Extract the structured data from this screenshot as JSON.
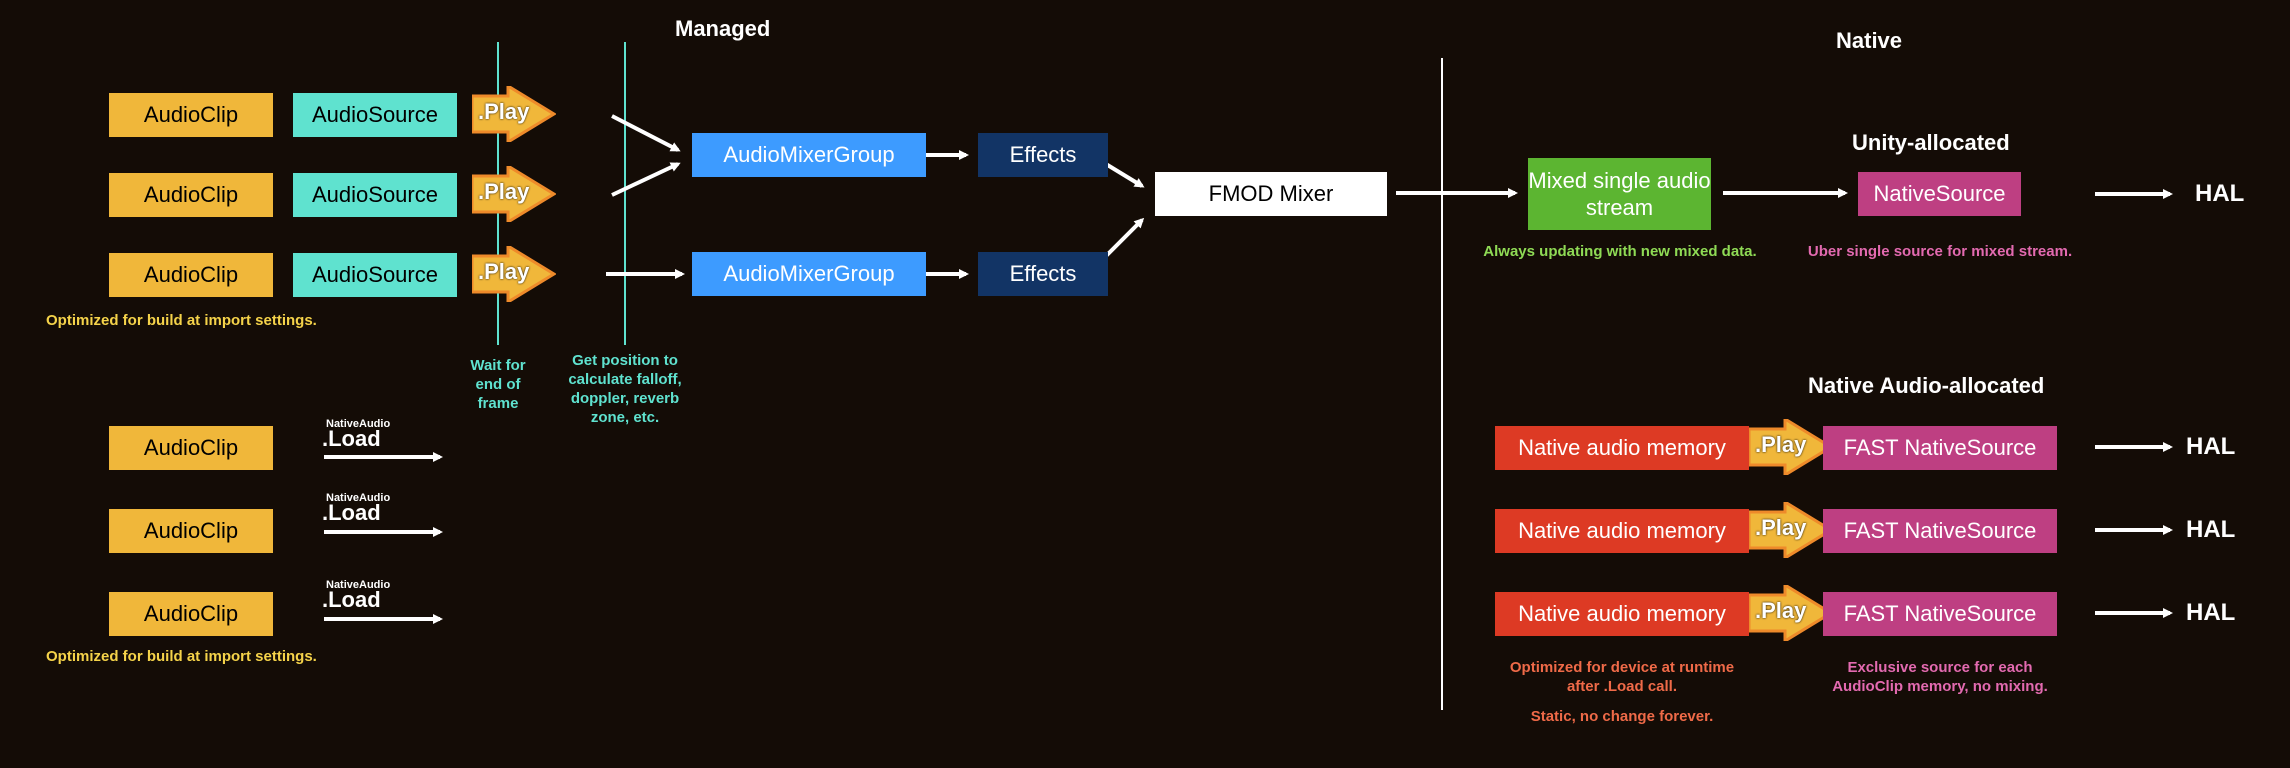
{
  "headers": {
    "managed": "Managed",
    "native": "Native",
    "unity_allocated": "Unity-allocated",
    "native_audio_allocated": "Native Audio-allocated"
  },
  "managed_chain": {
    "clip_label": "AudioClip",
    "source_label": "AudioSource",
    "play_label": ".Play",
    "mixer_group_label": "AudioMixerGroup",
    "effects_label": "Effects",
    "fmod_label": "FMOD Mixer"
  },
  "load_chain": {
    "clip_label": "AudioClip",
    "load_prefix": "NativeAudio",
    "load_label": ".Load"
  },
  "native_chain": {
    "mixed_stream_label": "Mixed single audio stream",
    "native_source_label": "NativeSource",
    "hal_label": "HAL",
    "native_memory_label": "Native audio memory",
    "play_label": ".Play",
    "fast_source_label": "FAST NativeSource"
  },
  "notes": {
    "import_optimized_1": "Optimized for build at import settings.",
    "import_optimized_2": "Optimized for build at import settings.",
    "wait_frame": "Wait for end of frame",
    "get_position": "Get position to calculate falloff, doppler, reverb zone, etc.",
    "always_updating": "Always updating with new mixed data.",
    "uber_source": "Uber single source for mixed stream.",
    "optimized_device": "Optimized for device at runtime after .Load call.",
    "static_forever": "Static, no change forever.",
    "exclusive_source": "Exclusive source for each AudioClip memory, no mixing."
  },
  "colors": {
    "background": "#140c06",
    "audioclip": "#f0b73a",
    "audiosource": "#5fe2cf",
    "mixer_group": "#3d9bff",
    "effects": "#123465",
    "mixed_stream": "#5cb531",
    "native_source": "#be3f82",
    "native_memory": "#dd3a24",
    "note_yellow": "#f5d34a",
    "note_cyan": "#5fe2cf",
    "note_green": "#8fdb55",
    "note_pink": "#e36ab0",
    "note_red": "#ef6a48"
  }
}
